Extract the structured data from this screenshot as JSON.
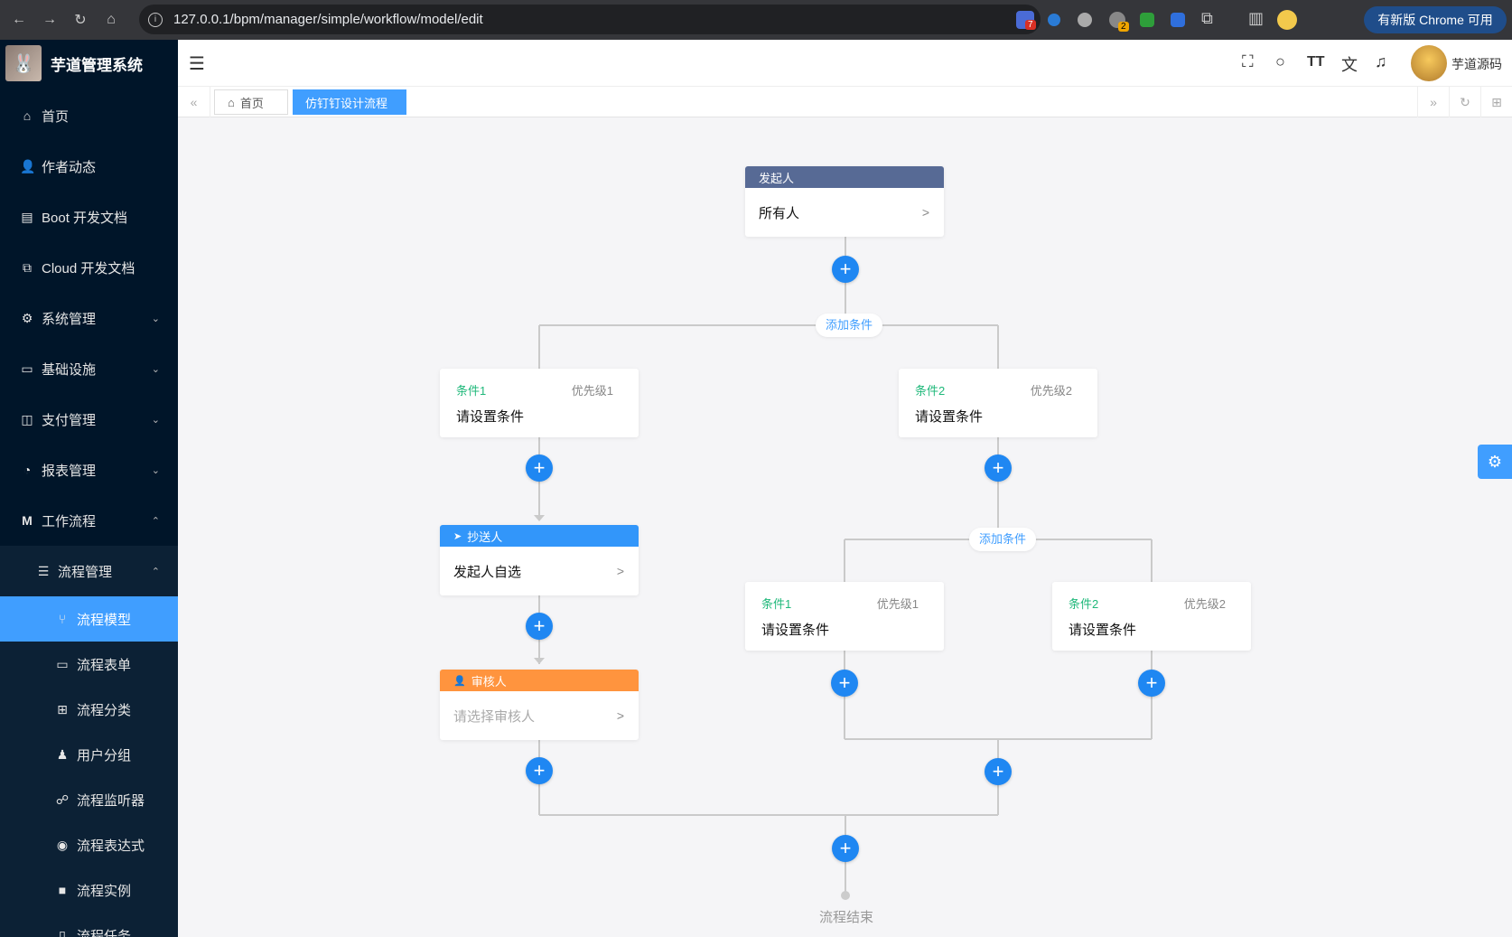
{
  "browser": {
    "url": "127.0.0.1/bpm/manager/simple/workflow/model/edit",
    "update_label": "有新版 Chrome 可用",
    "ext_badges": [
      "7",
      "2"
    ]
  },
  "sidebar": {
    "brand": "芋道管理系统",
    "items": [
      {
        "label": "首页"
      },
      {
        "label": "作者动态"
      },
      {
        "label": "Boot 开发文档"
      },
      {
        "label": "Cloud 开发文档"
      },
      {
        "label": "系统管理"
      },
      {
        "label": "基础设施"
      },
      {
        "label": "支付管理"
      },
      {
        "label": "报表管理"
      },
      {
        "label": "工作流程"
      }
    ],
    "sub": {
      "label": "流程管理",
      "items": [
        {
          "label": "流程模型"
        },
        {
          "label": "流程表单"
        },
        {
          "label": "流程分类"
        },
        {
          "label": "用户分组"
        },
        {
          "label": "流程监听器"
        },
        {
          "label": "流程表达式"
        },
        {
          "label": "流程实例"
        },
        {
          "label": "流程任务"
        }
      ]
    }
  },
  "header": {
    "username": "芋道源码"
  },
  "tabs": {
    "home": "首页",
    "active": "仿钉钉设计流程"
  },
  "flow": {
    "start": {
      "title": "发起人",
      "body": "所有人"
    },
    "add_condition": "添加条件",
    "conditions": [
      {
        "title": "条件1",
        "priority": "优先级1",
        "body": "请设置条件"
      },
      {
        "title": "条件2",
        "priority": "优先级2",
        "body": "请设置条件"
      },
      {
        "title": "条件1",
        "priority": "优先级1",
        "body": "请设置条件"
      },
      {
        "title": "条件2",
        "priority": "优先级2",
        "body": "请设置条件"
      }
    ],
    "copy": {
      "title": "抄送人",
      "body": "发起人自选"
    },
    "approver": {
      "title": "审核人",
      "body": "请选择审核人"
    },
    "end": "流程结束"
  },
  "colors": {
    "start_head": "#576a95",
    "copy_head": "#3296fa",
    "approver_head": "#ff943e",
    "accent": "#409eff",
    "sidebar_bg": "#001529"
  }
}
